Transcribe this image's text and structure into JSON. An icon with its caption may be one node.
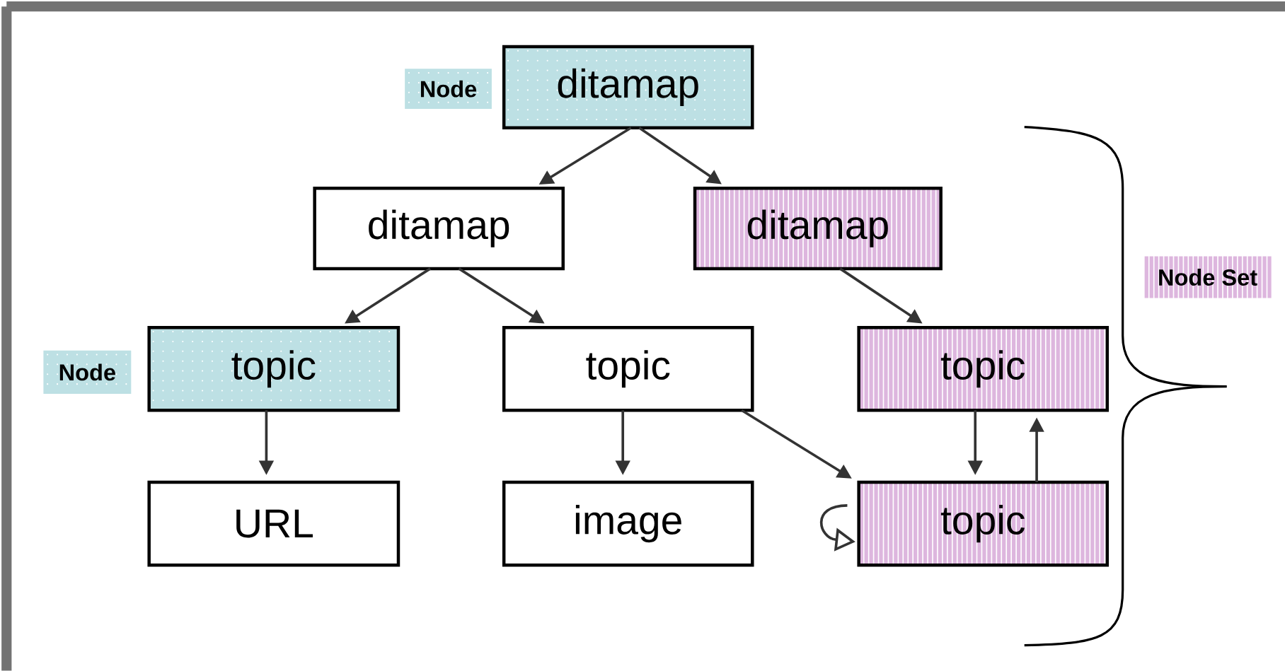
{
  "diagram": {
    "nodes": [
      {
        "text": [
          "ditamap"
        ]
      },
      {
        "text": [
          "ditamap"
        ]
      },
      {
        "text": [
          "ditamap"
        ]
      },
      {
        "text": [
          "topic"
        ]
      },
      {
        "text": [
          "topic"
        ]
      },
      {
        "text": [
          "topic"
        ]
      },
      {
        "text": [
          "URL"
        ]
      },
      {
        "text": [
          "image"
        ]
      },
      {
        "text": [
          "topic"
        ]
      },
      {
        "text": [
          "Node"
        ]
      },
      {
        "text": [
          "Node"
        ]
      },
      {
        "text": [
          "Node Set"
        ]
      }
    ],
    "edges": [
      {
        "from": 0,
        "to": 1,
        "arrow": "to"
      },
      {
        "from": 0,
        "to": 2,
        "arrow": "to"
      },
      {
        "from": 1,
        "to": 3,
        "arrow": "to"
      },
      {
        "from": 1,
        "to": 4,
        "arrow": "to"
      },
      {
        "from": 2,
        "to": 5,
        "arrow": "to"
      },
      {
        "from": 3,
        "to": 6,
        "arrow": "to"
      },
      {
        "from": 4,
        "to": 7,
        "arrow": "to"
      },
      {
        "from": 4,
        "to": 8,
        "arrow": "to"
      },
      {
        "from": 5,
        "to": 8,
        "arrow": "to"
      },
      {
        "from": 8,
        "to": 5,
        "arrow": "to"
      },
      {
        "from": 8,
        "to": 8,
        "arrow": "to"
      }
    ]
  }
}
